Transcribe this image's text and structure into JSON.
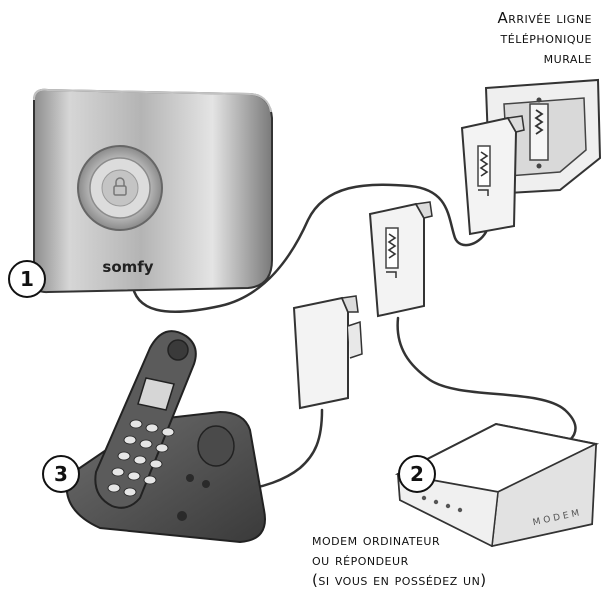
{
  "labels": {
    "wall_line": [
      "Arrivée ligne",
      "téléphonique",
      "murale"
    ],
    "modem": [
      "modem ordinateur",
      "ou répondeur",
      "(si vous en possédez un)"
    ],
    "brand": "somfy",
    "modem_brand": "MODEM"
  },
  "badges": {
    "one": "1",
    "two": "2",
    "three": "3"
  }
}
